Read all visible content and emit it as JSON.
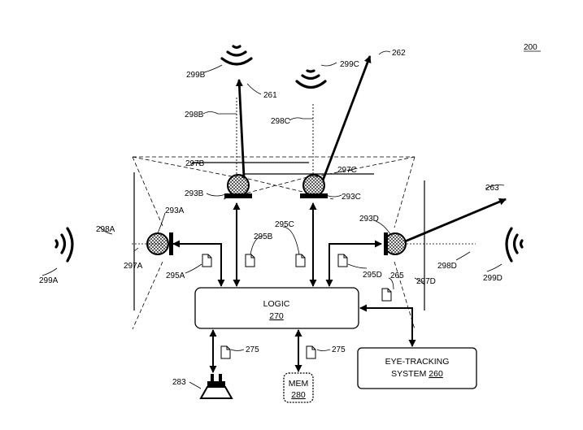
{
  "figure_number": "200",
  "logic": {
    "title": "LOGIC",
    "number": "270"
  },
  "memory": {
    "title": "MEM",
    "number": "280"
  },
  "eye_tracking": {
    "title": "EYE-TRACKING",
    "subtitle": "SYSTEM",
    "number": "260"
  },
  "refs": {
    "sensor_a": "293A",
    "sensor_b": "293B",
    "sensor_c": "293C",
    "sensor_d": "293D",
    "field_a": "297A",
    "field_b": "297B",
    "field_c": "297C",
    "field_d": "297D",
    "axis_a": "298A",
    "axis_b": "298B",
    "axis_c": "298C",
    "axis_d": "298D",
    "source_a": "299A",
    "source_b": "299B",
    "source_c": "299C",
    "source_d": "299D",
    "signal_a": "295A",
    "signal_b": "295B",
    "signal_c": "295C",
    "signal_d": "295D",
    "direction_1": "261",
    "direction_2": "262",
    "direction_3": "263",
    "eye_signal": "265",
    "output_1": "275",
    "output_2": "275",
    "speaker": "283"
  },
  "icons": [
    "sound-wave-icon",
    "microphone-icon",
    "document-icon",
    "speaker-icon"
  ]
}
